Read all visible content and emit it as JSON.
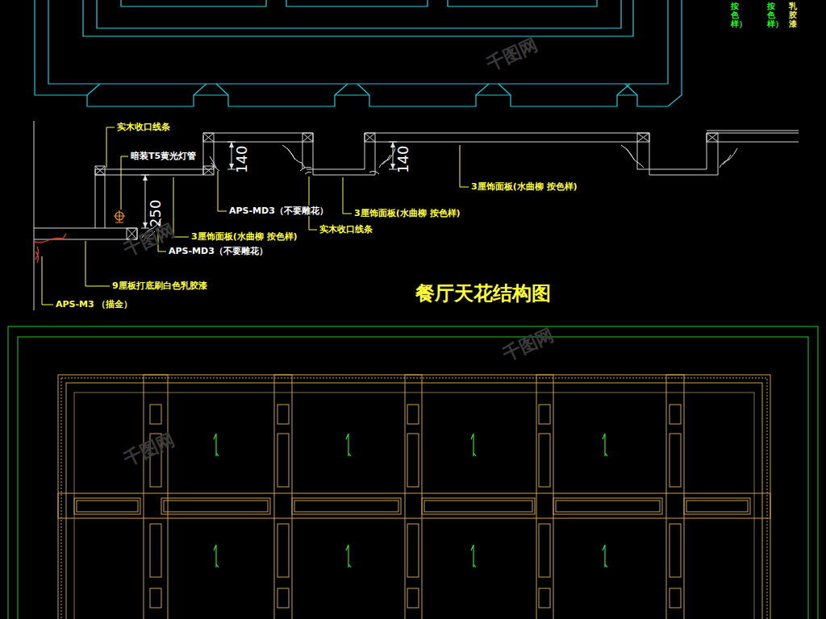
{
  "diagram": {
    "title": "餐厅天花结构图",
    "labels": [
      "按色样）",
      "按色样）",
      "乳胶漆",
      "实木收口线条",
      "暗装T5黄光灯管",
      "140",
      "140",
      "3厘饰面板(水曲柳 按色样)",
      "250",
      "APS-MD3（不要雕花）",
      "3厘饰面板(水曲柳 按色样)",
      "实木收口线条",
      "3厘饰面板(水曲柳 按色样)",
      "APS-MD3（不要雕花）",
      "9厘板打底刷白色乳胶漆",
      "APS-M3 （描金）",
      "千图网",
      "千图网",
      "千图网",
      "千图网"
    ]
  }
}
